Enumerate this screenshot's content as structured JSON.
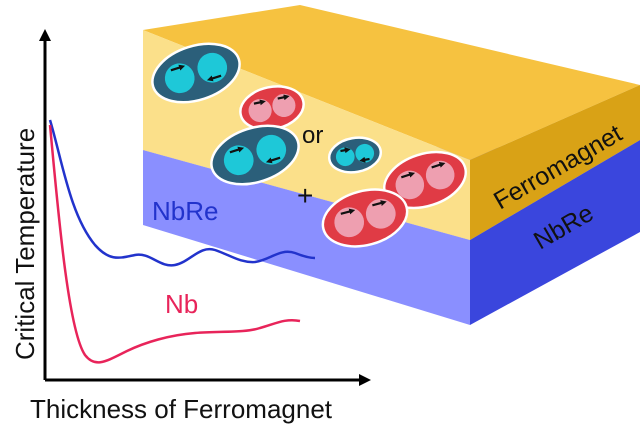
{
  "axes": {
    "ylabel": "Critical Temperature",
    "xlabel": "Thickness of Ferromagnet"
  },
  "curves": [
    {
      "name": "NbRe",
      "color": "#2233cc"
    },
    {
      "name": "Nb",
      "color": "#e8245a"
    }
  ],
  "block": {
    "top_layer": "Ferromagnet",
    "bottom_layer": "NbRe",
    "top_color": "#f6c240",
    "bottom_color": "#5a5ae0"
  },
  "pair_operators": {
    "or": "or",
    "plus": "+"
  },
  "pair_types": [
    {
      "kind": "singlet",
      "color": "#2b5f7a",
      "particle": "#1ec8d8"
    },
    {
      "kind": "triplet",
      "color": "#e03b45",
      "particle": "#ee9fb0"
    }
  ]
}
